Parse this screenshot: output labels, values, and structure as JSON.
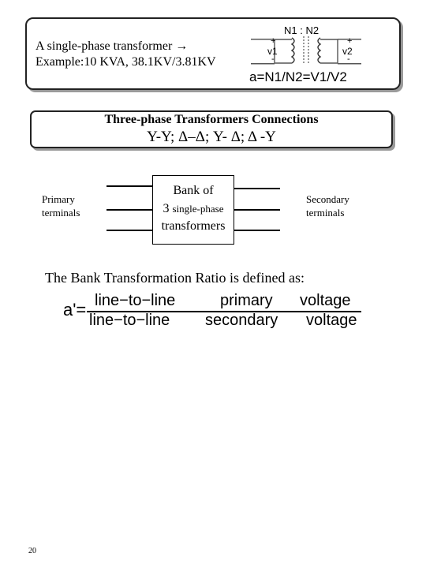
{
  "box1": {
    "line1": "A single-phase transformer  →",
    "line2": "Example:10 KVA, 38.1KV/3.81KV",
    "figure": {
      "turns_label": "N1 : N2",
      "v1_label": "v1",
      "v2_label": "v2",
      "plus": "+",
      "minus": "-",
      "ratio": "a=N1/N2=V1/V2"
    }
  },
  "box2": {
    "title": "Three-phase Transformers Connections",
    "connections": "Y-Y;  Δ–Δ;  Y- Δ;  Δ -Y"
  },
  "diagram": {
    "bank_line1": "Bank of",
    "bank_number": "3",
    "bank_small": "single-phase",
    "bank_line3": "transformers",
    "primary_label_1": "Primary",
    "primary_label_2": "terminals",
    "secondary_label_1": "Secondary",
    "secondary_label_2": "terminals"
  },
  "ratio_text": "The Bank Transformation Ratio is defined as:",
  "formula": {
    "lhs": "a'=",
    "numerator": [
      "line−to−line",
      "primary",
      "voltage"
    ],
    "denominator": [
      "line−to−line",
      "secondary",
      "voltage"
    ]
  },
  "page_number": "20"
}
